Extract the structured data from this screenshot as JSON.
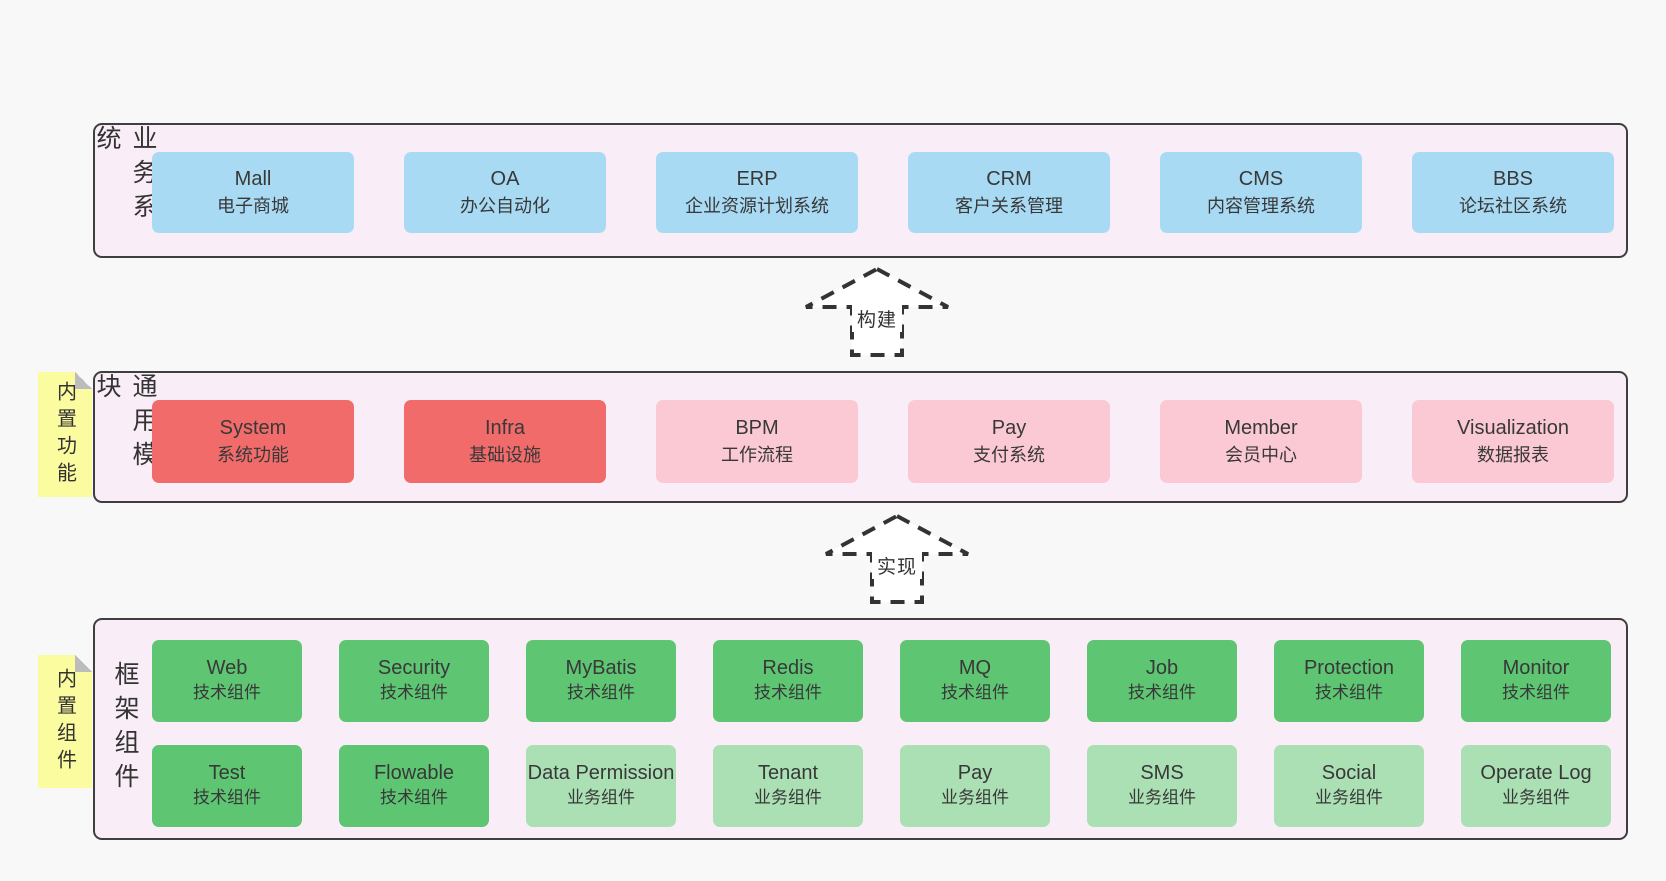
{
  "colors": {
    "page_background": "#f8f8f8",
    "band_background": "#f9eef7",
    "band_border": "#3f3f3f",
    "blue_box": "#a9daf3",
    "red_box": "#f26b6b",
    "pink_box": "#fbc9d3",
    "green_box": "#5ec573",
    "light_green_box": "#abdfb4",
    "sticky_note": "#fbfb9f",
    "sticky_fold": "#bcbcbc",
    "text": "#383838"
  },
  "arrows": [
    {
      "id": "build",
      "label": "构建"
    },
    {
      "id": "implement",
      "label": "实现"
    }
  ],
  "bands": [
    {
      "id": "business",
      "label": "业务系统",
      "sticky": null,
      "rows": [
        [
          {
            "en": "Mall",
            "cn": "电子商城",
            "variant": "blue"
          },
          {
            "en": "OA",
            "cn": "办公自动化",
            "variant": "blue"
          },
          {
            "en": "ERP",
            "cn": "企业资源计划系统",
            "variant": "blue"
          },
          {
            "en": "CRM",
            "cn": "客户关系管理",
            "variant": "blue"
          },
          {
            "en": "CMS",
            "cn": "内容管理系统",
            "variant": "blue"
          },
          {
            "en": "BBS",
            "cn": "论坛社区系统",
            "variant": "blue"
          }
        ]
      ]
    },
    {
      "id": "common",
      "label": "通用模块",
      "sticky": "内置功能",
      "rows": [
        [
          {
            "en": "System",
            "cn": "系统功能",
            "variant": "red"
          },
          {
            "en": "Infra",
            "cn": "基础设施",
            "variant": "red"
          },
          {
            "en": "BPM",
            "cn": "工作流程",
            "variant": "pink"
          },
          {
            "en": "Pay",
            "cn": "支付系统",
            "variant": "pink"
          },
          {
            "en": "Member",
            "cn": "会员中心",
            "variant": "pink"
          },
          {
            "en": "Visualization",
            "cn": "数据报表",
            "variant": "pink"
          }
        ]
      ]
    },
    {
      "id": "framework",
      "label": "框架组件",
      "sticky": "内置组件",
      "rows": [
        [
          {
            "en": "Web",
            "cn": "技术组件",
            "variant": "green"
          },
          {
            "en": "Security",
            "cn": "技术组件",
            "variant": "green"
          },
          {
            "en": "MyBatis",
            "cn": "技术组件",
            "variant": "green"
          },
          {
            "en": "Redis",
            "cn": "技术组件",
            "variant": "green"
          },
          {
            "en": "MQ",
            "cn": "技术组件",
            "variant": "green"
          },
          {
            "en": "Job",
            "cn": "技术组件",
            "variant": "green"
          },
          {
            "en": "Protection",
            "cn": "技术组件",
            "variant": "green"
          },
          {
            "en": "Monitor",
            "cn": "技术组件",
            "variant": "green"
          }
        ],
        [
          {
            "en": "Test",
            "cn": "技术组件",
            "variant": "green"
          },
          {
            "en": "Flowable",
            "cn": "技术组件",
            "variant": "green"
          },
          {
            "en": "Data Permission",
            "cn": "业务组件",
            "variant": "lightgreen"
          },
          {
            "en": "Tenant",
            "cn": "业务组件",
            "variant": "lightgreen"
          },
          {
            "en": "Pay",
            "cn": "业务组件",
            "variant": "lightgreen"
          },
          {
            "en": "SMS",
            "cn": "业务组件",
            "variant": "lightgreen"
          },
          {
            "en": "Social",
            "cn": "业务组件",
            "variant": "lightgreen"
          },
          {
            "en": "Operate Log",
            "cn": "业务组件",
            "variant": "lightgreen"
          }
        ]
      ]
    }
  ]
}
